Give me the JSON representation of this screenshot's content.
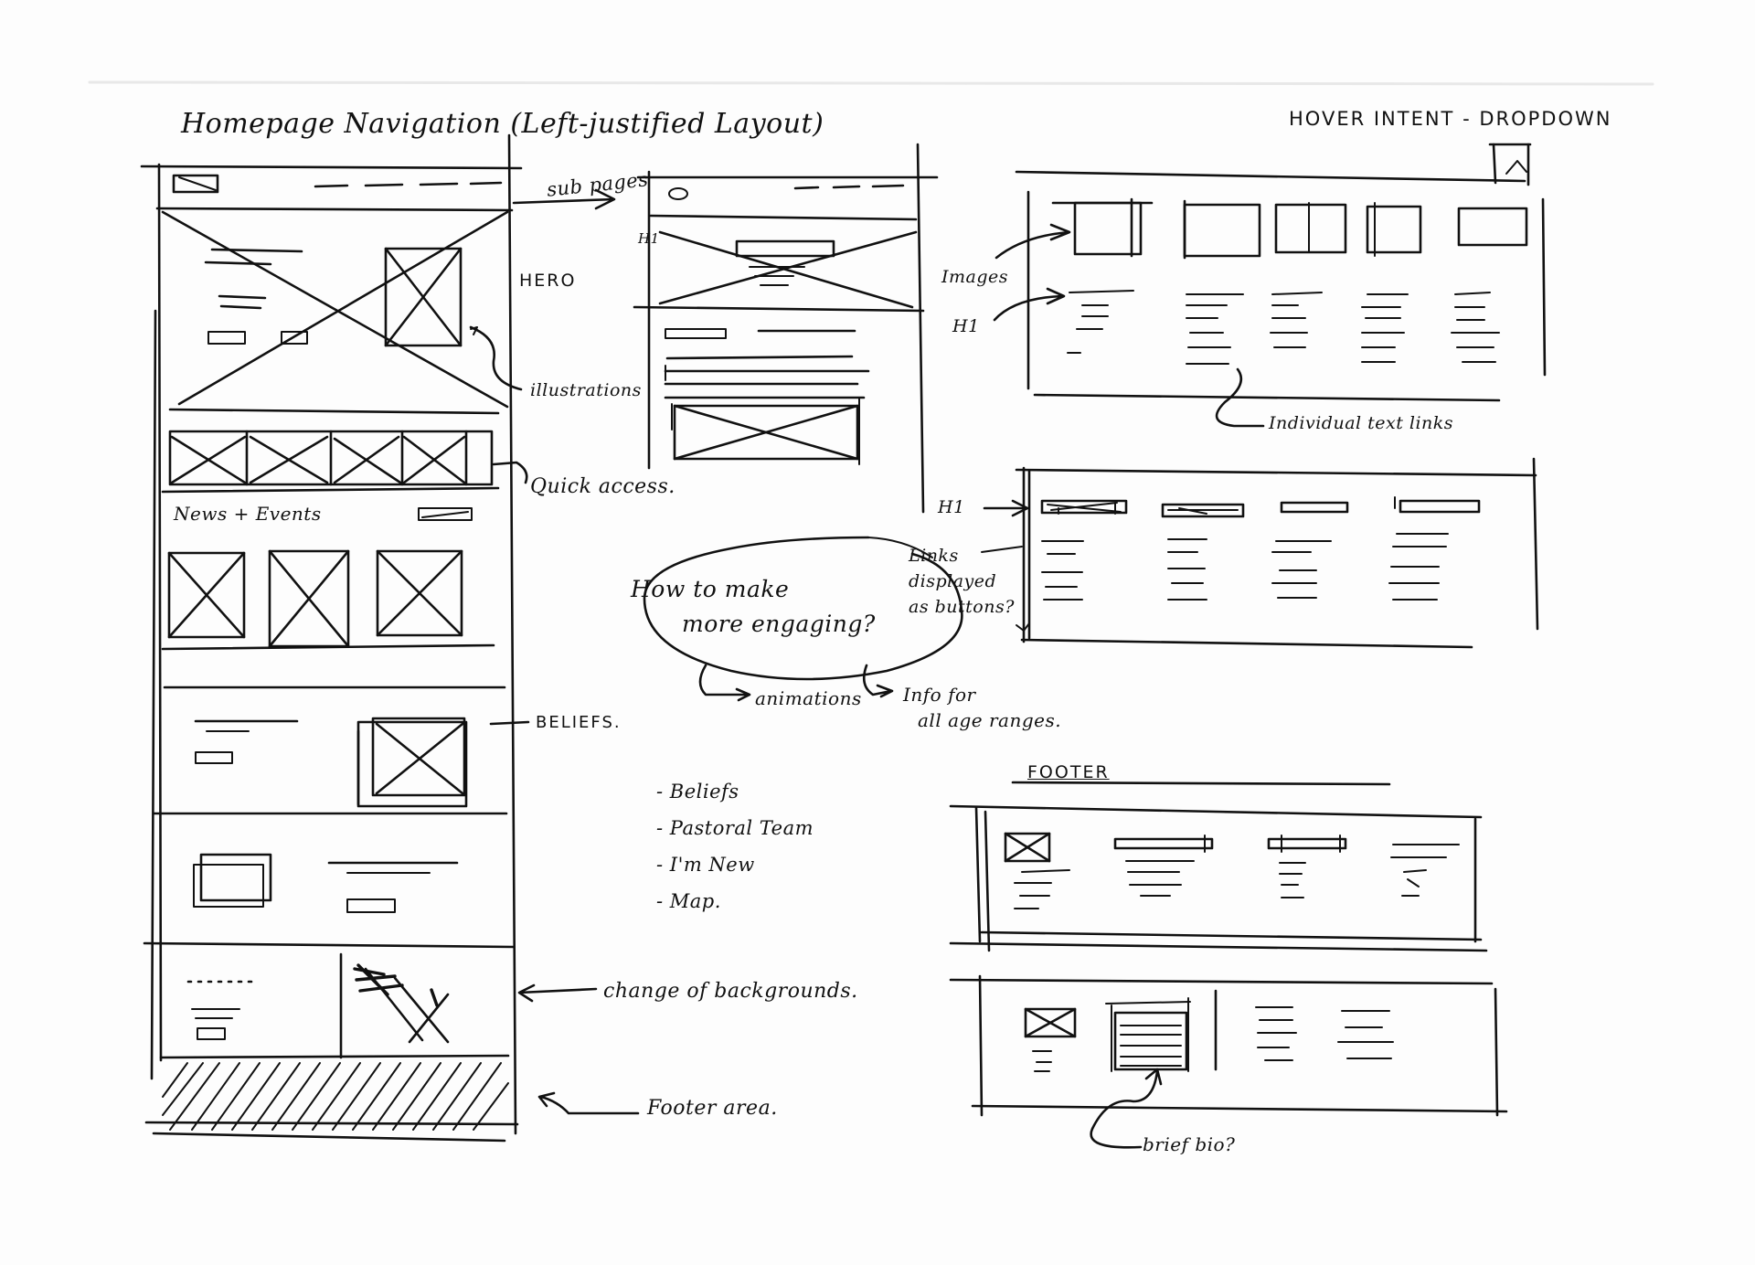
{
  "labels": {
    "title": "Homepage Navigation (Left-justified Layout)",
    "hover_title": "HOVER INTENT - DROPDOWN",
    "subpages": "sub pages",
    "hero": "HERO",
    "illustrations": "illustrations",
    "quick_access": "Quick access.",
    "news_events": "News + Events",
    "beliefs": "BELIEFS.",
    "backgrounds": "change of backgrounds.",
    "footer_area": "Footer area.",
    "subpage_h1": "H1",
    "images": "Images",
    "h1": "H1",
    "text_links": "Individual text links",
    "links_buttons": [
      "Links",
      "displayed",
      "as buttons?"
    ],
    "bubble": [
      "How to make",
      "more engaging?"
    ],
    "animations": "animations",
    "info_age": [
      "Info for",
      "all age ranges."
    ],
    "section_list": [
      "- Beliefs",
      "- Pastoral Team",
      "- I'm New",
      "- Map."
    ],
    "footer": "FOOTER",
    "brief_bio": "brief bio?"
  }
}
